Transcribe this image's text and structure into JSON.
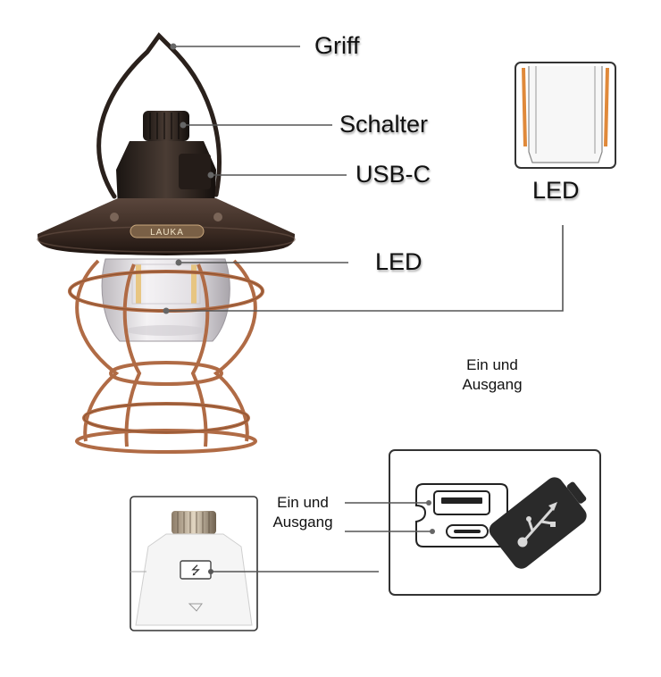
{
  "callouts": {
    "handle": "Griff",
    "switch": "Schalter",
    "usb": "USB-C",
    "led_main": "LED",
    "led_detail": "LED"
  },
  "port_labels": {
    "top_line1": "Ein und",
    "top_line2": "Ausgang",
    "bottom_line1": "Ein und",
    "bottom_line2": "Ausgang"
  },
  "brand_badge": "LAUKA",
  "colors": {
    "shade": "#3a2a22",
    "cage": "#b06b45",
    "led_strip": "#e0893a",
    "battery": "#2a2a2a"
  }
}
